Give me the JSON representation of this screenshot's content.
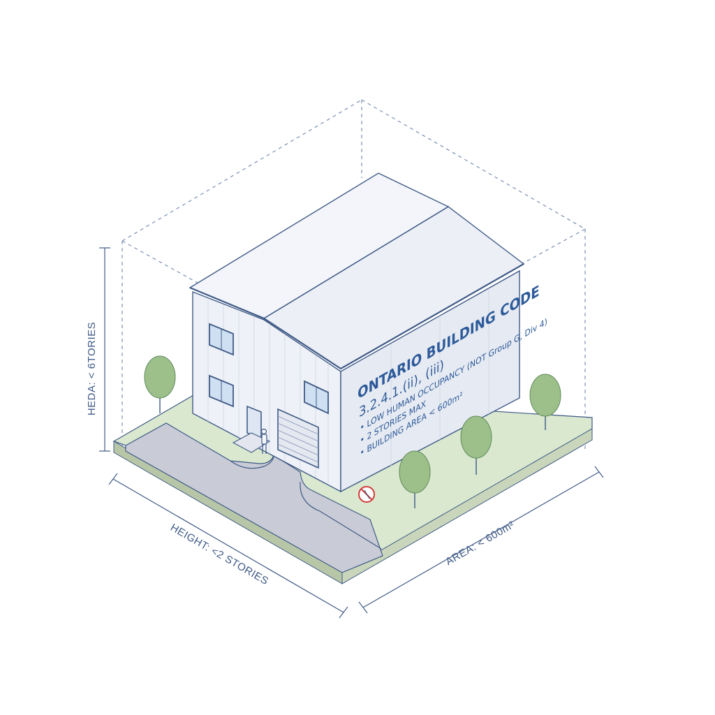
{
  "diagram": {
    "dimensions": {
      "vertical_label": "HEDA: < 6TORIES",
      "left_edge_label": "HEIGHT: <2 STORIES",
      "right_edge_label": "AREA: < 600m²"
    },
    "building_sign": {
      "title": "ONTARIO BUILDING CODE",
      "reference": "3.2.4.1.(ii), (iii)",
      "bullets": [
        "• LOW HUMAN OCCUPANCY (NOT Group G, Div 4)",
        "• 2 STORIES MAX",
        "• BUILDING AREA < 600m²"
      ]
    },
    "colors": {
      "outline": "#3f5a86",
      "wall": "#eef1f7",
      "roof": "#f3f5fa",
      "grass": "#d9e8cf",
      "pavement": "#c9ccd6",
      "tree": "#9dc08b",
      "sign_text": "#2d5a9a",
      "no_entry": "#d23b3b"
    }
  }
}
